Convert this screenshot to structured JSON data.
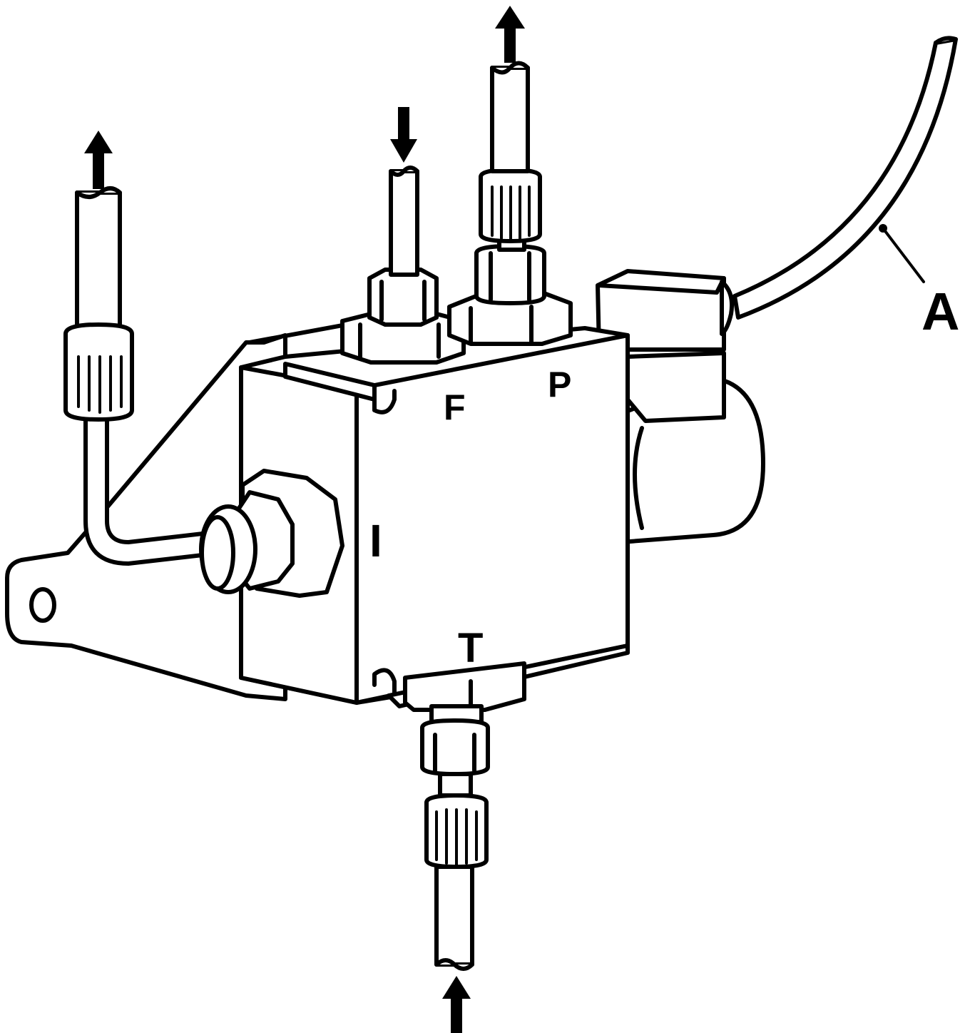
{
  "ports": {
    "F": "F",
    "P": "P",
    "I": "I",
    "T": "T"
  },
  "callouts": {
    "A": "A"
  },
  "colors": {
    "line": "#000000",
    "background": "#ffffff"
  }
}
